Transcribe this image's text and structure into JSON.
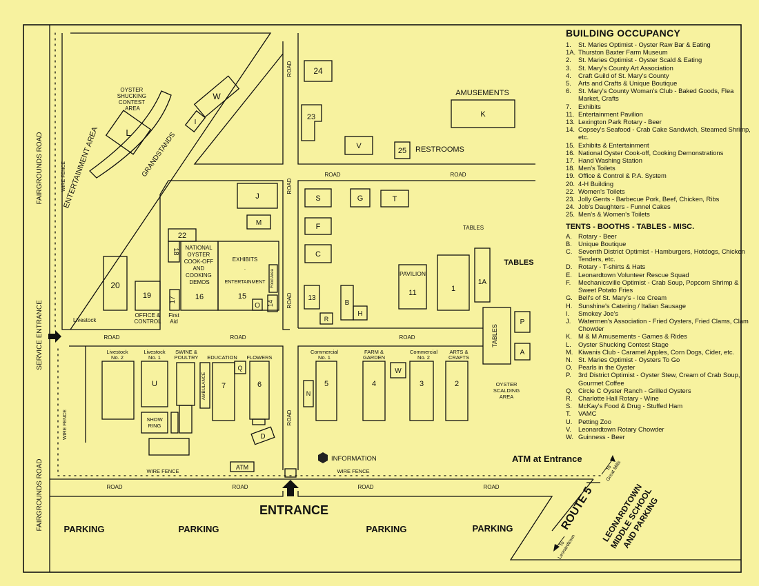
{
  "map": {
    "entrance": "ENTRANCE",
    "service_entrance": "SERVICE ENTRANCE",
    "atm_at_entrance": "ATM at Entrance",
    "road": "ROAD",
    "fairgrounds_road": "FAIRGROUNDS ROAD",
    "wire_fence": "WIRE FENCE",
    "parking": "PARKING",
    "entertainment_area": "ENTERTAINMENT AREA",
    "grandstands": "GRANDSTANDS",
    "oyster_shucking": [
      "OYSTER",
      "SHUCKING",
      "CONTEST",
      "AREA"
    ],
    "amusements": "AMUSEMENTS",
    "restrooms": "RESTROOMS",
    "tables": "TABLES",
    "pavilion": "PAVILION",
    "information": "INFORMATION",
    "atm": "ATM",
    "livestock": "Livestock",
    "office_control": [
      "OFFICE &",
      "CONTROL"
    ],
    "first_aid": [
      "First",
      "Aid"
    ],
    "cookoff": [
      "NATIONAL",
      "OYSTER",
      "COOK-OFF",
      "AND",
      "COOKING",
      "DEMOS"
    ],
    "exhibits": "EXHIBITS",
    "entertainment": "ENTERTAINMENT",
    "food_area": "Food Area",
    "livestock2": [
      "Livestock",
      "No. 2"
    ],
    "livestock1": [
      "Livestock",
      "No. 1"
    ],
    "swine": [
      "SWINE &",
      "POULTRY"
    ],
    "education": "EDUCATION",
    "flowers": "FLOWERS",
    "ambulance": "AMBULANCE",
    "show_ring": [
      "SHOW",
      "RING"
    ],
    "commercial1": [
      "Commercial",
      "No. 1"
    ],
    "farm_garden": [
      "FARM &",
      "GARDEN"
    ],
    "commercial2": [
      "Commercial",
      "No. 2"
    ],
    "arts_crafts": [
      "ARTS &",
      "CRAFTS"
    ],
    "oyster_scalding": [
      "OYSTER",
      "SCALDING",
      "AREA"
    ],
    "route5": "ROUTE 5",
    "to_great_mills": [
      "To",
      "Great Mills"
    ],
    "to_leonardtown": [
      "To",
      "Leonardtown"
    ],
    "lms": [
      "LEONARDTOWN",
      "MIDDLE SCHOOL",
      "AND PARKING"
    ],
    "ids": {
      "b24": "24",
      "b23": "23",
      "bV": "V",
      "b25": "25",
      "bK": "K",
      "bL": "L",
      "bI": "I",
      "bW": "W",
      "bJ": "J",
      "bM": "M",
      "b22": "22",
      "b18": "18",
      "b16": "16",
      "b15": "15",
      "b17": "17",
      "b14": "14",
      "bO": "O",
      "b19": "19",
      "b20": "20",
      "bS": "S",
      "bG": "G",
      "bT": "T",
      "bF": "F",
      "bC": "C",
      "b13": "13",
      "bR": "R",
      "bB": "B",
      "bH": "H",
      "b11": "11",
      "b1": "1",
      "b1A": "1A",
      "bP": "P",
      "bA": "A",
      "bU": "U",
      "b7": "7",
      "b6": "6",
      "bQ": "Q",
      "bD": "D",
      "bN": "N",
      "b5": "5",
      "b4": "4",
      "b3": "3",
      "b2": "2",
      "bXW": "W"
    }
  },
  "legend": {
    "title": "BUILDING OCCUPANCY",
    "buildings": [
      {
        "k": "1.",
        "t": "St. Maries Optimist - Oyster Raw Bar & Eating"
      },
      {
        "k": "1A.",
        "t": "Thurston Baxter Farm Museum"
      },
      {
        "k": "2.",
        "t": "St. Maries Optimist - Oyster Scald & Eating"
      },
      {
        "k": "3.",
        "t": "St. Mary's County Art Association"
      },
      {
        "k": "4.",
        "t": "Craft Guild of St. Mary's County"
      },
      {
        "k": "5.",
        "t": "Arts and Crafts & Unique Boutique"
      },
      {
        "k": "6.",
        "t": "St. Mary's County Woman's Club - Baked Goods, Flea Market, Crafts"
      },
      {
        "k": "7.",
        "t": "Exhibits"
      },
      {
        "k": "11.",
        "t": "Entertainment Pavilion"
      },
      {
        "k": "13.",
        "t": "Lexington Park Rotary - Beer"
      },
      {
        "k": "14.",
        "t": "Copsey's Seafood - Crab Cake Sandwich, Steamed Shrimp, etc."
      },
      {
        "k": "15.",
        "t": "Exhibits & Entertainment"
      },
      {
        "k": "16.",
        "t": "National Oyster Cook-off, Cooking Demonstrations"
      },
      {
        "k": "17.",
        "t": "Hand Washing Station"
      },
      {
        "k": "18.",
        "t": "Men's Toilets"
      },
      {
        "k": "19.",
        "t": "Office & Control & P.A. System"
      },
      {
        "k": "20.",
        "t": "4-H Building"
      },
      {
        "k": "22.",
        "t": "Women's Toilets"
      },
      {
        "k": "23.",
        "t": "Jolly Gents - Barbecue Pork, Beef, Chicken, Ribs"
      },
      {
        "k": "24.",
        "t": "Job's Daughters - Funnel Cakes"
      },
      {
        "k": "25.",
        "t": "Men's & Women's Toilets"
      }
    ],
    "tents_title": "TENTS - BOOTHS - TABLES - MISC.",
    "tents": [
      {
        "k": "A.",
        "t": "Rotary - Beer"
      },
      {
        "k": "B.",
        "t": "Unique Boutique"
      },
      {
        "k": "C.",
        "t": "Seventh District Optimist - Hamburgers, Hotdogs, Chicken Tenders, etc."
      },
      {
        "k": "D.",
        "t": "Rotary - T-shirts & Hats"
      },
      {
        "k": "E.",
        "t": "Leonardtown Volunteer Rescue Squad"
      },
      {
        "k": "F.",
        "t": "Mechanicsville Optimist - Crab Soup, Popcorn Shrimp & Sweet Potato Fries"
      },
      {
        "k": "G.",
        "t": "Bell's of St. Mary's - Ice Cream"
      },
      {
        "k": "H.",
        "t": "Sunshine's Catering / Italian Sausage"
      },
      {
        "k": "I.",
        "t": "Smokey Joe's"
      },
      {
        "k": "J.",
        "t": "Watermen's Association - Fried Oysters, Fried Clams, Clam Chowder"
      },
      {
        "k": "K.",
        "t": "M & M Amusements - Games & Rides"
      },
      {
        "k": "L.",
        "t": "Oyster Shucking Contest Stage"
      },
      {
        "k": "M.",
        "t": "Kiwanis Club - Caramel Apples, Corn Dogs, Cider, etc."
      },
      {
        "k": "N.",
        "t": "St. Maries Optimist - Oysters To Go"
      },
      {
        "k": "O.",
        "t": "Pearls in the Oyster"
      },
      {
        "k": "P.",
        "t": "3rd District Optimist - Oyster Stew, Cream of Crab Soup, Gourmet Coffee"
      },
      {
        "k": "Q.",
        "t": "Circle C Oyster Ranch - Grilled Oysters"
      },
      {
        "k": "R.",
        "t": "Charlotte Hall Rotary - Wine"
      },
      {
        "k": "S.",
        "t": "McKay's Food & Drug - Stuffed Ham"
      },
      {
        "k": "T.",
        "t": "VAMC"
      },
      {
        "k": "U.",
        "t": "Petting Zoo"
      },
      {
        "k": "V.",
        "t": "Leonardtown Rotary Chowder"
      },
      {
        "k": "W.",
        "t": "Guinness - Beer"
      }
    ]
  }
}
